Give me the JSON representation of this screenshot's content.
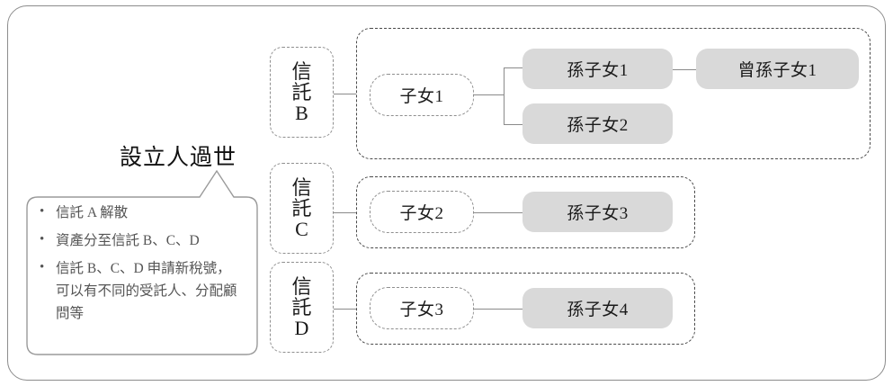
{
  "diagram": {
    "title": "設立人過世",
    "callout": {
      "bullets": [
        "信託 A 解散",
        "資產分至信託 B、C、D",
        "信託 B、C、D 申請新稅號，可以有不同的受託人、分配顧問等"
      ]
    },
    "trusts": [
      {
        "id": "trust-b",
        "line1": "信",
        "line2": "託",
        "line3": "B"
      },
      {
        "id": "trust-c",
        "line1": "信",
        "line2": "託",
        "line3": "C"
      },
      {
        "id": "trust-d",
        "line1": "信",
        "line2": "託",
        "line3": "D"
      }
    ],
    "branches": [
      {
        "trust": "信託 B",
        "child": "子女1",
        "grandchildren": [
          "孫子女1",
          "孫子女2"
        ],
        "great_grandchildren": [
          "曾孫子女1"
        ]
      },
      {
        "trust": "信託 C",
        "child": "子女2",
        "grandchildren": [
          "孫子女3"
        ],
        "great_grandchildren": []
      },
      {
        "trust": "信託 D",
        "child": "子女3",
        "grandchildren": [
          "孫子女4"
        ],
        "great_grandchildren": []
      }
    ],
    "colors": {
      "frame_border": "#8c8c8c",
      "group_border": "#4a4a4a",
      "node_border": "#8f8f8f",
      "gray_fill": "#d9d9d9",
      "connector": "#8a8a8a",
      "text": "#1a1a1a",
      "bullet_text": "#555555"
    }
  }
}
